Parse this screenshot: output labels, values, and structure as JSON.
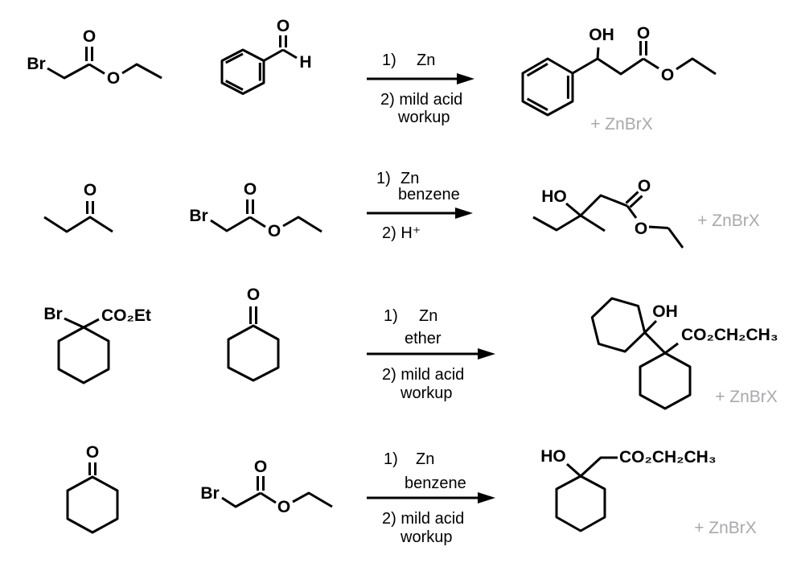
{
  "colors": {
    "ink": "#000000",
    "byproduct_gray": "#a9a9ad",
    "background": "#ffffff"
  },
  "row1": {
    "bromoester": {
      "br": "Br",
      "carbonyl_o": "O",
      "ester_o": "O"
    },
    "benzaldehyde": {
      "o": "O",
      "h": "H"
    },
    "conditions": {
      "step1_num": "1)",
      "step1_reagent": "Zn",
      "step2_line1": "2) mild acid",
      "step2_line2": "workup"
    },
    "product": {
      "oh": "OH",
      "carbonyl_o": "O",
      "ester_o": "O"
    },
    "byproduct": "+ ZnBrX"
  },
  "row2": {
    "ketone": {
      "o": "O"
    },
    "bromoester": {
      "br": "Br",
      "carbonyl_o": "O",
      "ester_o": "O"
    },
    "conditions": {
      "step1_num": "1)",
      "step1_reagent": "Zn",
      "step1_solvent": "benzene",
      "step2": "2) H⁺"
    },
    "product": {
      "ho": "HO",
      "carbonyl_o": "O",
      "ester_o": "O"
    },
    "byproduct": "+ ZnBrX"
  },
  "row3": {
    "bromoester": {
      "br": "Br",
      "ester_group": "CO₂Et"
    },
    "ketone": {
      "o": "O"
    },
    "conditions": {
      "step1_num": "1)",
      "step1_reagent": "Zn",
      "step1_solvent": "ether",
      "step2_line1": "2) mild acid",
      "step2_line2": "workup"
    },
    "product": {
      "oh": "OH",
      "ester_group": "CO₂CH₂CH₃"
    },
    "byproduct": "+ ZnBrX"
  },
  "row4": {
    "ketone": {
      "o": "O"
    },
    "bromoester": {
      "br": "Br",
      "carbonyl_o": "O",
      "ester_o": "O"
    },
    "conditions": {
      "step1_num": "1)",
      "step1_reagent": "Zn",
      "step1_solvent": "benzene",
      "step2_line1": "2) mild acid",
      "step2_line2": "workup"
    },
    "product": {
      "ho": "HO",
      "ester_group": "CO₂CH₂CH₃"
    },
    "byproduct": "+ ZnBrX"
  }
}
